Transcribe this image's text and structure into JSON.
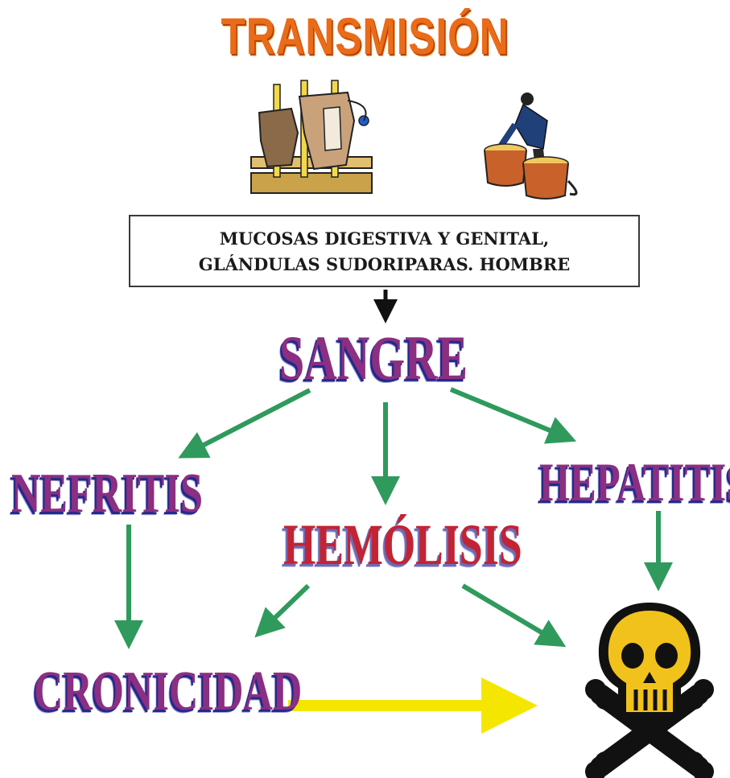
{
  "title": "TRANSMISIÓN",
  "box": {
    "line1": "MUCOSAS DIGESTIVA Y GENITAL,",
    "line2": "GLÁNDULAS SUDORIPARAS. HOMBRE"
  },
  "nodes": {
    "sangre": "SANGRE",
    "nefritis": "NEFRITIS",
    "hemolisis": "HEMÓLISIS",
    "hepatitis": "HEPATITIS",
    "cronicidad": "CRONICIDAD"
  },
  "images": {
    "left": "cattle-illustration",
    "right": "worker-with-barrels-illustration",
    "end": "skull-crossbones-icon"
  },
  "colors": {
    "title": "#ea6b18",
    "node_purple": "#8a2f82",
    "node_red": "#c22434",
    "arrow_green": "#2f9a5c",
    "arrow_yellow": "#f5e600",
    "arrow_black": "#111111",
    "skull": "#f1c21b"
  }
}
